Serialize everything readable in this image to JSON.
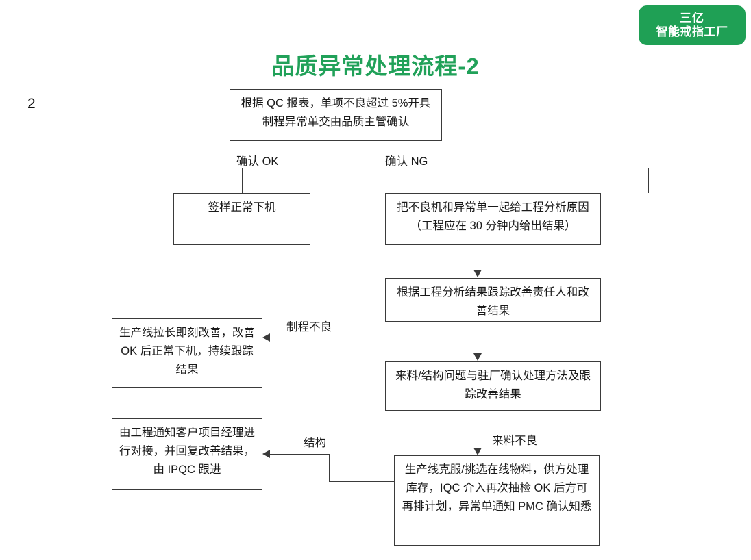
{
  "brand": {
    "line1": "三亿",
    "line2": "智能戒指工厂",
    "color": "#1FA055"
  },
  "page_title": "品质异常处理流程-2",
  "slide_number": "2",
  "theme": {
    "title_color": "#21A159",
    "box_border": "#3a3a3a",
    "text_color": "#1a1a1a",
    "background": "#ffffff"
  },
  "chart_data": {
    "type": "diagram",
    "title": "品质异常处理流程-2",
    "nodes": [
      {
        "id": "n1",
        "text": "根据 QC 报表，单项不良超过 5%开具制程异常单交由品质主管确认"
      },
      {
        "id": "n2",
        "text": "签样正常下机"
      },
      {
        "id": "n3",
        "text": "把不良机和异常单一起给工程分析原因（工程应在 30 分钟内给出结果）"
      },
      {
        "id": "n4",
        "text": "根据工程分析结果跟踪改善责任人和改善结果"
      },
      {
        "id": "n5",
        "text": "生产线拉长即刻改善，改善 OK 后正常下机，持续跟踪结果"
      },
      {
        "id": "n6",
        "text": "来料/结构问题与驻厂确认处理方法及跟踪改善结果"
      },
      {
        "id": "n7",
        "text": "由工程通知客户项目经理进行对接，并回复改善结果，由 IPQC 跟进"
      },
      {
        "id": "n8",
        "text": "生产线克服/挑选在线物料，供方处理库存，IQC 介入再次抽检 OK 后方可再排计划，异常单通知 PMC 确认知悉"
      }
    ],
    "edges": [
      {
        "from": "n1",
        "to": "n2",
        "label": "确认 OK"
      },
      {
        "from": "n1",
        "to": "n3",
        "label": "确认 NG"
      },
      {
        "from": "n3",
        "to": "n4",
        "label": ""
      },
      {
        "from": "n4",
        "to": "n5",
        "label": "制程不良"
      },
      {
        "from": "n4",
        "to": "n6",
        "label": ""
      },
      {
        "from": "n6",
        "to": "n8",
        "label": "来料不良"
      },
      {
        "from": "n8",
        "to": "n7",
        "label": "结构"
      }
    ]
  },
  "nodes": {
    "n1": {
      "text": "根据 QC 报表，单项不良超过 5%开具制程异常单交由品质主管确认"
    },
    "n2": {
      "text": "签样正常下机"
    },
    "n3": {
      "text": "把不良机和异常单一起给工程分析原因（工程应在 30 分钟内给出结果）"
    },
    "n4": {
      "text": "根据工程分析结果跟踪改善责任人和改善结果"
    },
    "n5": {
      "text": "生产线拉长即刻改善，改善 OK 后正常下机，持续跟踪结果"
    },
    "n6": {
      "text": "来料/结构问题与驻厂确认处理方法及跟踪改善结果"
    },
    "n7": {
      "text": "由工程通知客户项目经理进行对接，并回复改善结果，由 IPQC 跟进"
    },
    "n8": {
      "text": "生产线克服/挑选在线物料，供方处理库存，IQC 介入再次抽检 OK 后方可再排计划，异常单通知 PMC 确认知悉"
    }
  },
  "edge_labels": {
    "confirm_ok": "确认 OK",
    "confirm_ng": "确认 NG",
    "process_defect": "制程不良",
    "incoming_defect": "来料不良",
    "structure": "结构"
  }
}
